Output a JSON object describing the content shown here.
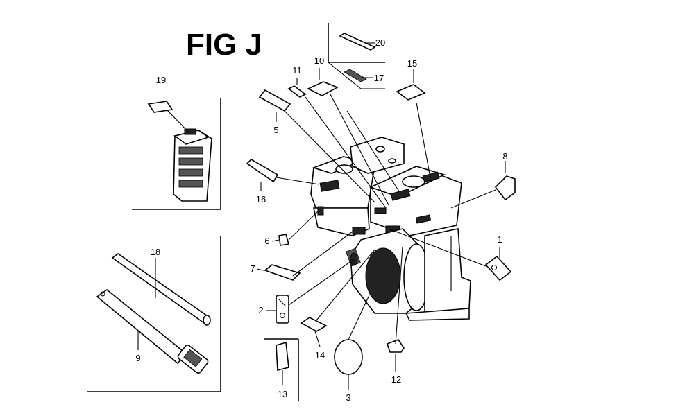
{
  "figure": {
    "title": "FIG J"
  },
  "callouts": [
    "1",
    "2",
    "3",
    "5",
    "6",
    "7",
    "8",
    "9",
    "10",
    "11",
    "12",
    "13",
    "14",
    "15",
    "16",
    "17",
    "18",
    "19",
    "20"
  ]
}
